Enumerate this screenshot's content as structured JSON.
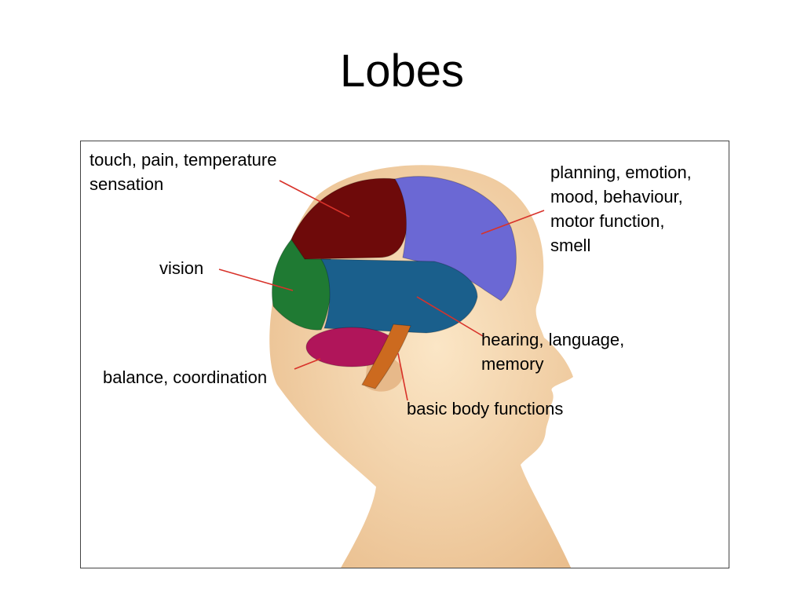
{
  "slide": {
    "title": "Lobes"
  },
  "colors": {
    "skin": "#f3d2a8",
    "parietal": "#6e0a0a",
    "frontal": "#6b68d4",
    "occipital": "#1f7a33",
    "temporal": "#1a5f8c",
    "cerebellum": "#b0155a",
    "brainstem": "#cc6a1f",
    "pointer": "#d8322a"
  },
  "labels": {
    "parietal": [
      "touch, pain, temperature",
      "sensation"
    ],
    "frontal": [
      "planning, emotion,",
      "mood, behaviour,",
      "motor function,",
      "smell"
    ],
    "occipital": [
      "vision"
    ],
    "temporal": [
      "hearing, language,",
      "memory"
    ],
    "cerebellum": [
      "balance, coordination"
    ],
    "brainstem": [
      "basic body functions"
    ]
  }
}
